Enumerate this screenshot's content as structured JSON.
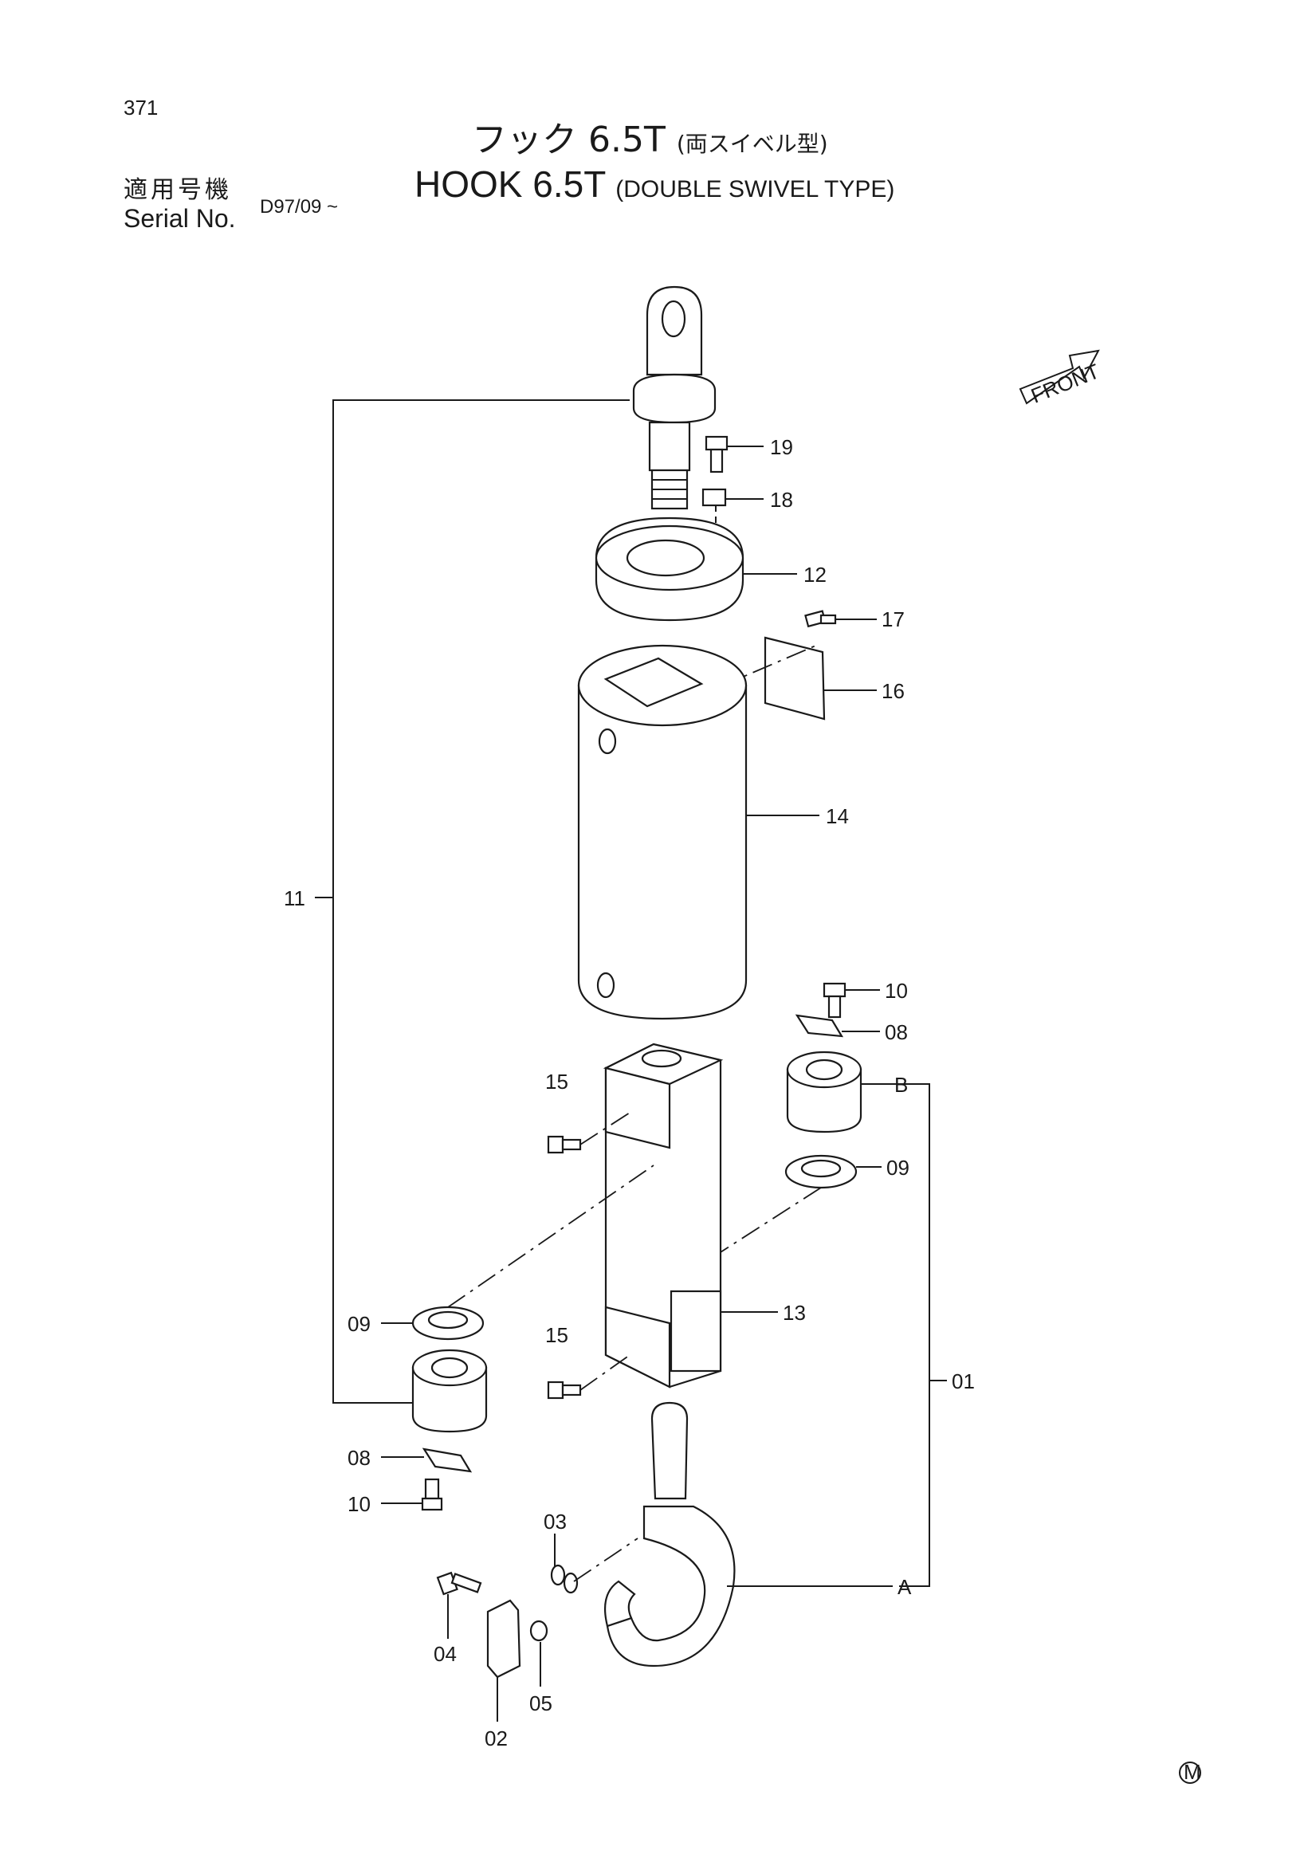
{
  "header": {
    "page_number": "371",
    "title_jp": "フック 6.5T",
    "title_jp_sub": "(両スイベル型)",
    "title_en": "HOOK 6.5T",
    "title_en_sub": "(DOUBLE SWIVEL TYPE)",
    "serial_label_jp": "適用号機",
    "serial_label_en": "Serial No.",
    "serial_value": "D97/09 ~"
  },
  "direction_label": "FRONT",
  "part_labels": {
    "p19": "19",
    "p18": "18",
    "p12": "12",
    "p17": "17",
    "p16": "16",
    "p14": "14",
    "p11": "11",
    "p10a": "10",
    "p08a": "08",
    "p15a": "15",
    "pB": "B",
    "p09a": "09",
    "p09b": "09",
    "p13": "13",
    "p15b": "15",
    "p01": "01",
    "p08b": "08",
    "p10b": "10",
    "p03": "03",
    "pA": "A",
    "p04": "04",
    "p05": "05",
    "p02": "02"
  },
  "footer_mark": "M"
}
